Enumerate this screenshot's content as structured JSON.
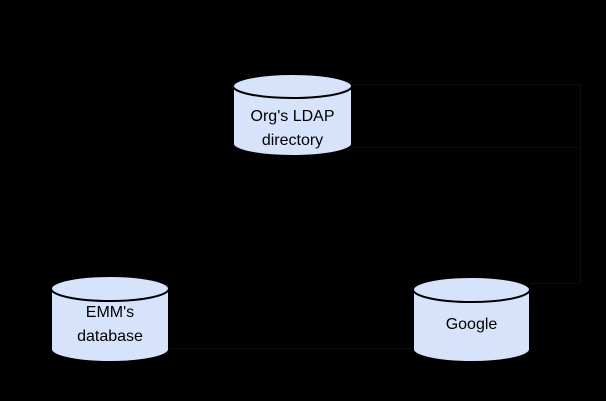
{
  "diagram": {
    "background": "#000000",
    "node_fill": "#d7e3fb",
    "node_stroke": "#000000",
    "text_color": "#000000",
    "connector_color": "#0d0d0d",
    "nodes": {
      "ldap": {
        "shape": "database-cylinder",
        "line1": "Org's LDAP",
        "line2": "directory"
      },
      "emm": {
        "shape": "database-cylinder",
        "line1": "EMM's",
        "line2": "database"
      },
      "google": {
        "shape": "database-cylinder",
        "line1": "Google",
        "line2": ""
      }
    }
  }
}
